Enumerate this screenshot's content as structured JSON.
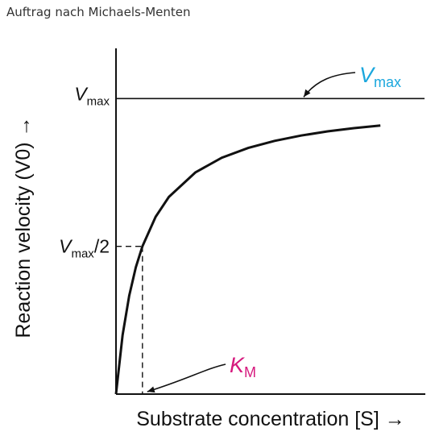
{
  "caption": "Auftrag nach Michaels-Menten",
  "chart_data": {
    "type": "line",
    "curve": "michaelis-menten",
    "xlabel": "Substrate concentration [S] →",
    "ylabel": "Reaction velocity (V0) →",
    "vmax": 1,
    "km": 1,
    "xlim": [
      0,
      11.7
    ],
    "ylim": [
      0,
      1.17
    ],
    "series": [
      {
        "x": [
          0,
          0.25,
          0.5,
          0.75,
          1,
          1.5,
          2,
          3,
          4,
          5,
          6,
          7,
          8,
          9,
          10
        ],
        "y": [
          0,
          0.2,
          0.333,
          0.429,
          0.5,
          0.6,
          0.667,
          0.75,
          0.8,
          0.833,
          0.857,
          0.875,
          0.889,
          0.9,
          0.909
        ]
      }
    ],
    "y_tick_labels": {
      "vmax": {
        "main": "V",
        "sub": "max"
      },
      "half_vmax": {
        "main": "V",
        "sub": "max",
        "suffix": "/2"
      }
    },
    "annotations": {
      "vmax_line": {
        "main": "V",
        "sub": "max",
        "color": "#1ba7dd"
      },
      "km": {
        "main": "K",
        "sub": "M",
        "color": "#d6197e"
      }
    }
  }
}
